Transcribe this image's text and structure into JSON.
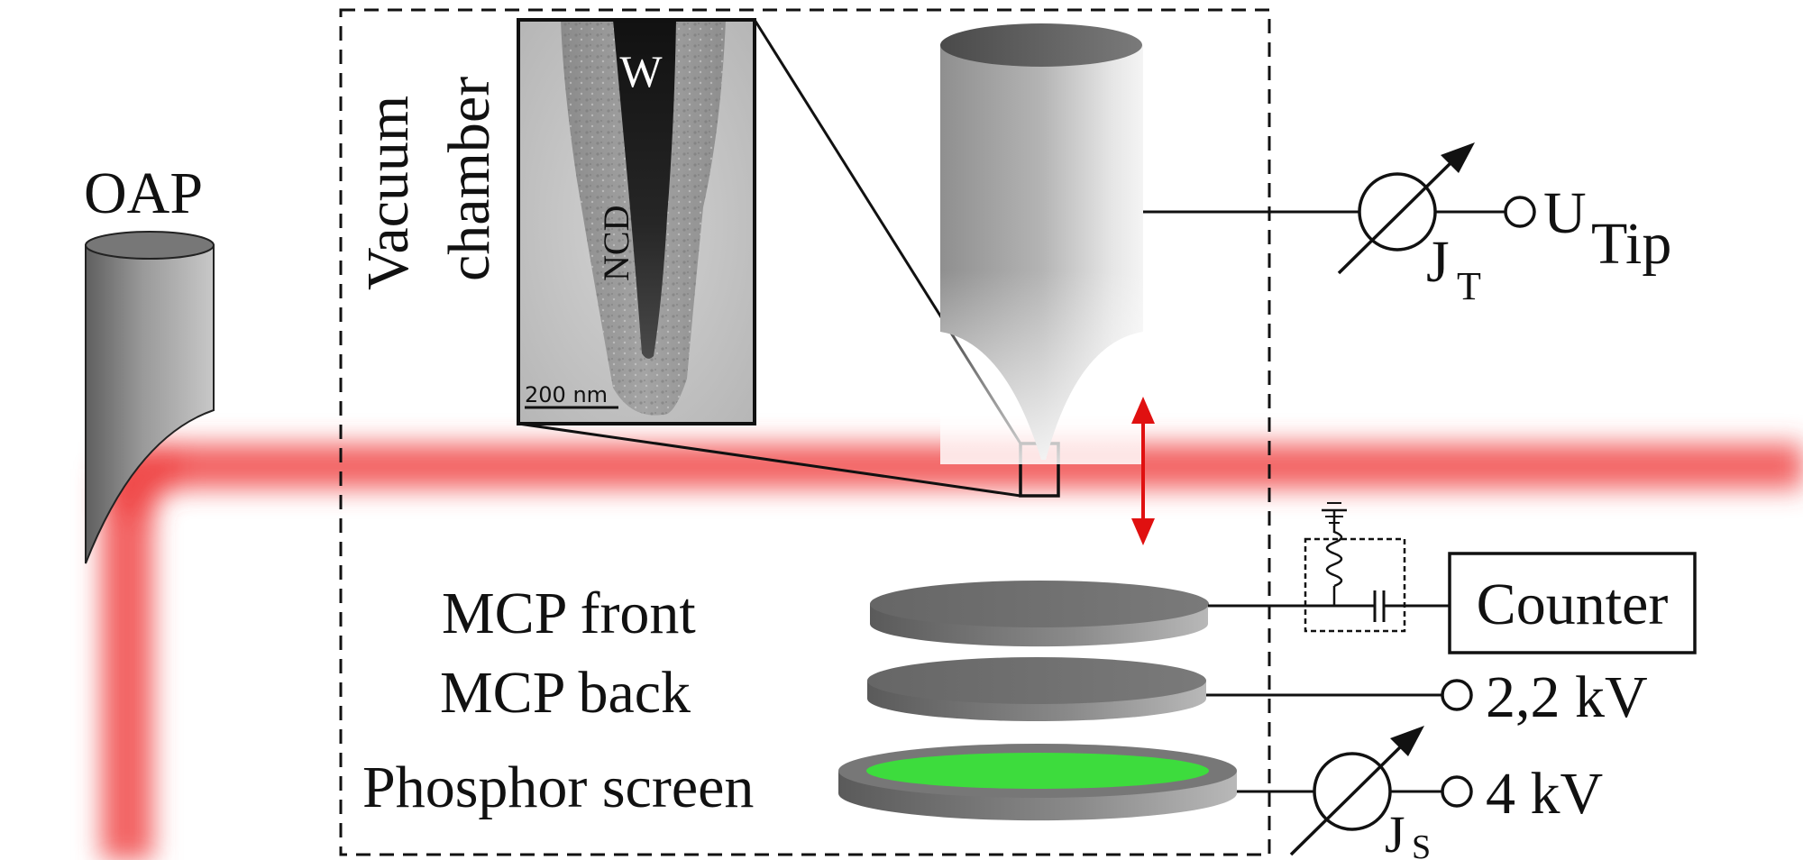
{
  "labels": {
    "oap": "OAP",
    "vacuum": "Vacuum",
    "chamber": "chamber",
    "w": "W",
    "ncd": "NCD",
    "scale_bar": "200 nm",
    "u": "U",
    "tip": "Tip",
    "j": "J",
    "t_sub": "T",
    "s_sub": "S",
    "counter": "Counter",
    "mcp_front": "MCP front",
    "mcp_back": "MCP back",
    "phosphor": "Phosphor screen",
    "v_back": "2,2 kV",
    "v_screen": "4 kV"
  },
  "colors": {
    "laser": "#f04848",
    "polarization_arrow": "#e01010",
    "phosphor": "#3ddc3d",
    "metal_dark": "#6e6e6e",
    "metal_light": "#b8b8b8"
  },
  "icons": {
    "ammeter": "ammeter-icon",
    "terminal": "terminal-circle-icon",
    "ground": "ground-icon",
    "resistor": "resistor-icon",
    "capacitor": "capacitor-icon"
  }
}
